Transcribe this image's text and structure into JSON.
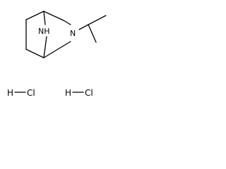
{
  "molecule": {
    "atoms": {
      "nh": "NH",
      "n": "N"
    },
    "salts": [
      {
        "left": "H",
        "right": "Cl"
      },
      {
        "left": "H",
        "right": "Cl"
      }
    ]
  }
}
